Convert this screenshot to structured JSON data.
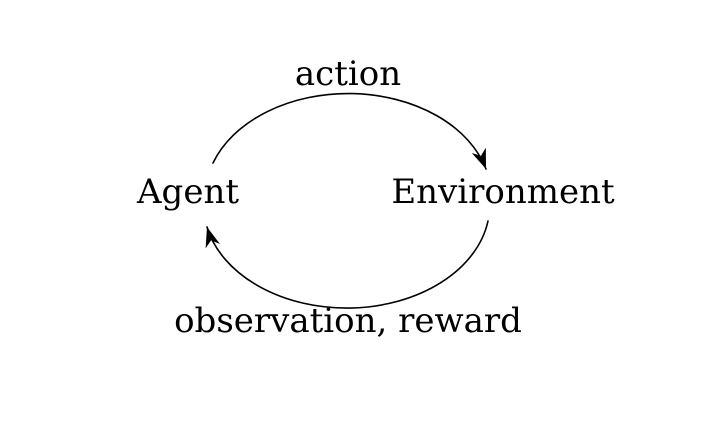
{
  "colors": {
    "background": "#ffffff",
    "line": "#000000",
    "text": "#000000"
  },
  "diagram": {
    "type": "cycle",
    "nodes": [
      {
        "id": "agent",
        "label": "Agent"
      },
      {
        "id": "environment",
        "label": "Environment"
      }
    ],
    "edges": [
      {
        "id": "action",
        "label": "action",
        "from": "agent",
        "to": "environment",
        "position": "top"
      },
      {
        "id": "observation_reward",
        "label": "observation, reward",
        "from": "environment",
        "to": "agent",
        "position": "bottom"
      }
    ]
  }
}
